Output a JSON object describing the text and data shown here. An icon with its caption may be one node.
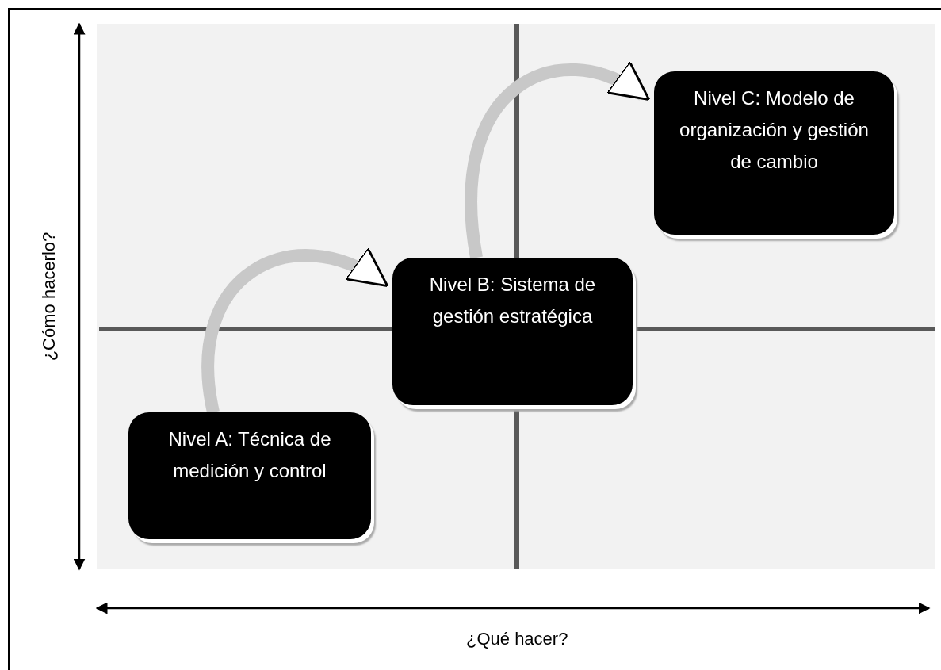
{
  "diagram": {
    "nodes": [
      {
        "text": [
          "Nivel A: Técnica de medición y control"
        ]
      },
      {
        "text": [
          "Nivel B: Sistema de gestión estratégica"
        ]
      },
      {
        "text": [
          "Nivel C: Modelo de organización y gestión de cambio"
        ]
      }
    ],
    "edges": [
      {
        "from": 0,
        "to": 1,
        "arrow": "to"
      },
      {
        "from": 1,
        "to": 2,
        "arrow": "to"
      }
    ],
    "labels": [
      "¿Cómo hacerlo?",
      "¿Qué hacer?"
    ]
  }
}
